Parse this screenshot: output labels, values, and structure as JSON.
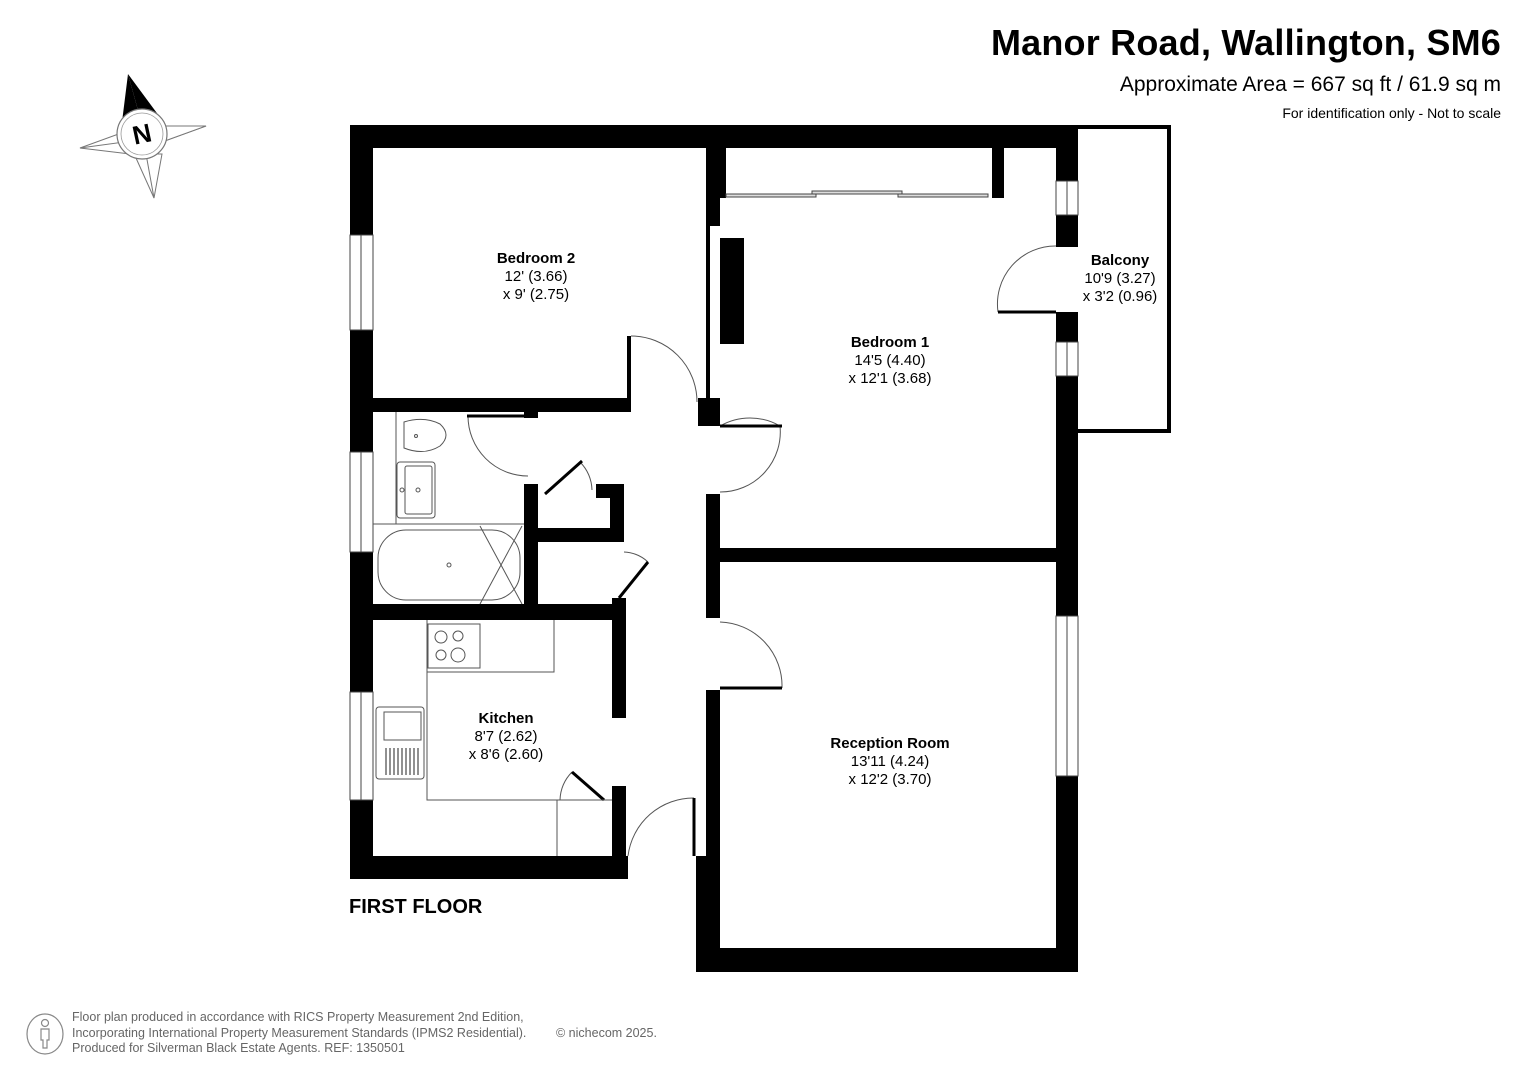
{
  "header": {
    "title": "Manor Road, Wallington, SM6",
    "area": "Approximate Area = 667 sq ft / 61.9 sq m",
    "note": "For identification only - Not to scale"
  },
  "compass": {
    "icon": "north-arrow-icon",
    "label": "N"
  },
  "floor": {
    "label": "FIRST FLOOR"
  },
  "rooms": [
    {
      "name": "Bedroom 2",
      "dim1": "12' (3.66)",
      "dim2": "x 9' (2.75)"
    },
    {
      "name": "Bedroom 1",
      "dim1": "14'5 (4.40)",
      "dim2": "x 12'1 (3.68)"
    },
    {
      "name": "Balcony",
      "dim1": "10'9 (3.27)",
      "dim2": "x 3'2 (0.96)"
    },
    {
      "name": "Kitchen",
      "dim1": "8'7 (2.62)",
      "dim2": "x 8'6 (2.60)"
    },
    {
      "name": "Reception Room",
      "dim1": "13'11 (4.24)",
      "dim2": "x 12'2 (3.70)"
    }
  ],
  "footer": {
    "icon": "person-info-icon",
    "line1": "Floor plan produced in accordance with RICS Property Measurement 2nd Edition,",
    "line2": "Incorporating International Property Measurement Standards (IPMS2 Residential).",
    "copyright": "© nichecom 2025.",
    "line3": "Produced for Silverman Black Estate Agents.    REF: 1350501"
  },
  "colors": {
    "wall": "#000000",
    "background": "#ffffff",
    "footer_text": "#666666",
    "fixture_line": "#555555"
  }
}
